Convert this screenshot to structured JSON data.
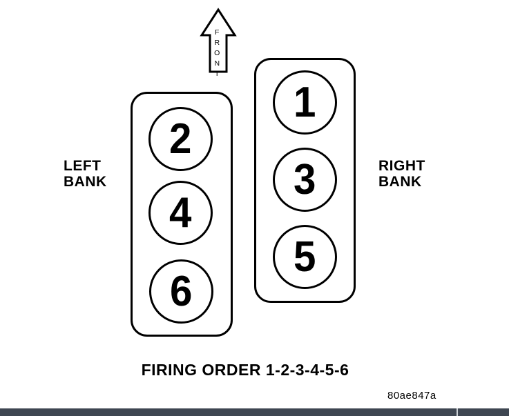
{
  "diagram": {
    "front_arrow": {
      "label": "FRONT"
    },
    "left_bank": {
      "label_line1": "LEFT",
      "label_line2": "BANK",
      "cylinders": [
        "2",
        "4",
        "6"
      ]
    },
    "right_bank": {
      "label_line1": "RIGHT",
      "label_line2": "BANK",
      "cylinders": [
        "1",
        "3",
        "5"
      ]
    },
    "caption": "FIRING ORDER 1-2-3-4-5-6",
    "figure_code": "80ae847a"
  },
  "colors": {
    "ink": "#000000",
    "background": "#ffffff",
    "bottom_bar": "#3e4651",
    "bottom_bar_divider": "#ccd1d6"
  }
}
